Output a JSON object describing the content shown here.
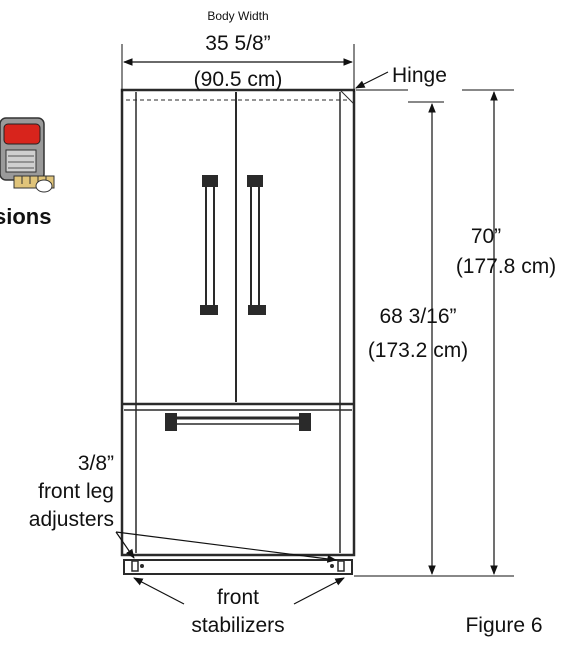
{
  "colors": {
    "line": "#111111",
    "fridge_outline": "#2a2a2a",
    "badge_red": "#d8241c"
  },
  "icons": {
    "badge": "tape-measure-icon"
  },
  "badge": {
    "text_fragment": "sions"
  },
  "labels": {
    "body_width_caption": "Body Width",
    "width_in": "35 5/8”",
    "width_cm": "(90.5 cm)",
    "hinge": "Hinge",
    "height_total_in": "70”",
    "height_total_cm": "(177.8 cm)",
    "height_body_in": "68 3/16”",
    "height_body_cm": "(173.2 cm)",
    "leg_line1": "3/8”",
    "leg_line2": "front leg",
    "leg_line3": "adjusters",
    "stab_line1": "front",
    "stab_line2": "stabilizers",
    "figure": "Figure 6"
  }
}
